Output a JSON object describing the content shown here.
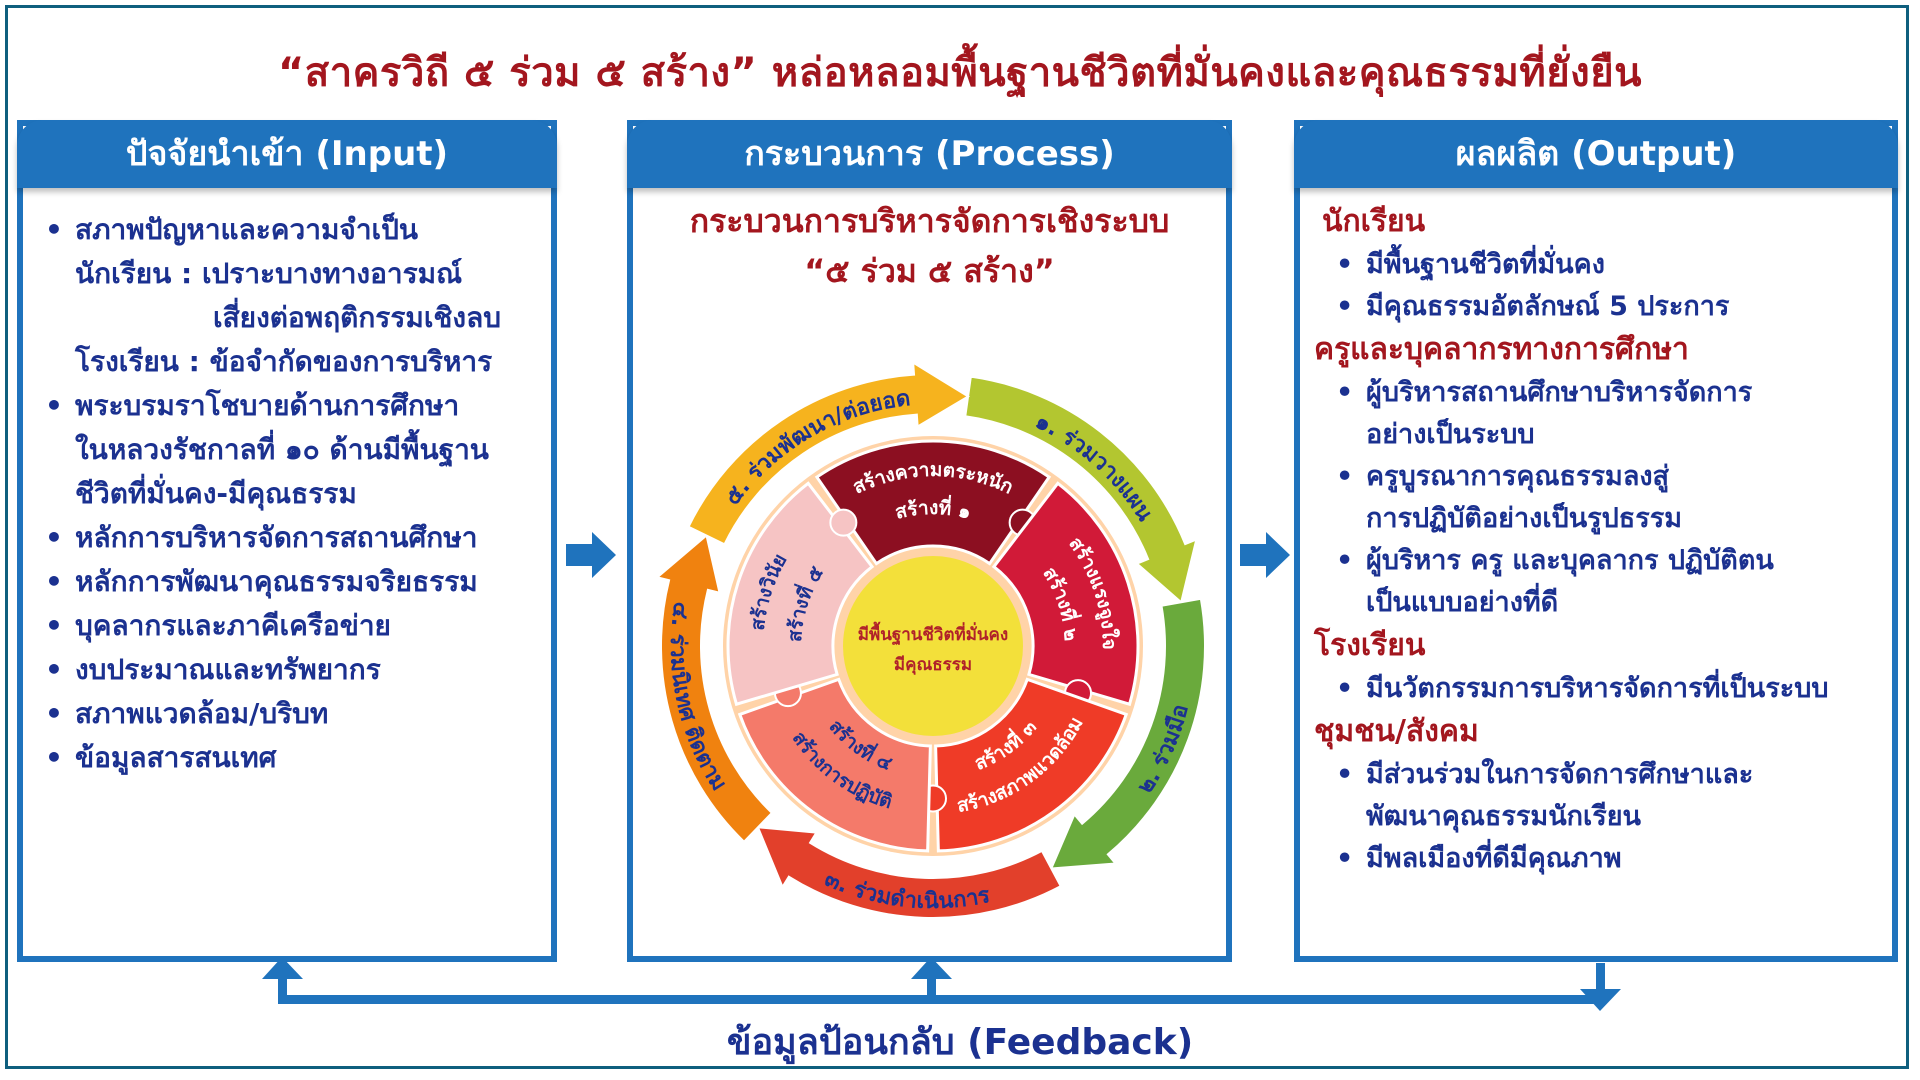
{
  "title": "“สาครวิถี ๕ ร่วม ๕ สร้าง” หล่อหลอมพื้นฐานชีวิตที่มั่นคงและคุณธรรมที่ยั่งยืน",
  "input": {
    "header": "ปัจจัยนำเข้า (Input)",
    "bullet": "•",
    "items": [
      [
        "สภาพปัญหาและความจำเป็น",
        "นักเรียน : เปราะบางทางอารมณ์",
        "เสี่ยงต่อพฤติกรรมเชิงลบ",
        "โรงเรียน : ข้อจำกัดของการบริหาร"
      ],
      [
        "พระบรมราโชบายด้านการศึกษา",
        "ในหลวงรัชกาลที่ ๑๐ ด้านมีพื้นฐาน",
        "ชีวิตที่มั่นคง-มีคุณธรรม"
      ],
      [
        "หลักการบริหารจัดการสถานศึกษา"
      ],
      [
        "หลักการพัฒนาคุณธรรมจริยธรรม"
      ],
      [
        "บุคลากรและภาคีเครือข่าย"
      ],
      [
        "งบประมาณและทรัพยากร"
      ],
      [
        "สภาพแวดล้อม/บริบท"
      ],
      [
        "ข้อมูลสารสนเทศ"
      ]
    ]
  },
  "process": {
    "header": "กระบวนการ (Process)",
    "title_line1": "กระบวนการบริหารจัดการเชิงระบบ",
    "title_line2": "“๕ ร่วม ๕ สร้าง”",
    "center_line1": "มีพื้นฐานชีวิตที่มั่นคง",
    "center_line2": "มีคุณธรรม",
    "ring": [
      {
        "label": "๑. ร่วมวางแผน",
        "color": "#b3c630"
      },
      {
        "label": "๒. ร่วมมือ",
        "color": "#6aaa3c"
      },
      {
        "label": "๓. ร่วมดำเนินการ",
        "color": "#e2402b"
      },
      {
        "label": "๔. ร่วมนิเทศ ติดตาม",
        "color": "#f0820f"
      },
      {
        "label": "๕. ร่วมพัฒนา/ต่อยอด",
        "color": "#f6b31e"
      }
    ],
    "pieces": [
      {
        "l1": "สร้างความตระหนัก",
        "l2": "สร้างที่ ๑",
        "color": "#8c0f21"
      },
      {
        "l1": "สร้างแรงจูงใจ",
        "l2": "สร้างที่ ๒",
        "color": "#d11a38"
      },
      {
        "l1": "สร้างที่ ๓",
        "l2": "สร้างสภาพแวดล้อม",
        "color": "#ef3b27"
      },
      {
        "l1": "สร้างที่ ๔",
        "l2": "สร้างการปฏิบัติ",
        "color": "#f47a6a"
      },
      {
        "l1": "สร้างวินัย",
        "l2": "สร้างที่ ๕",
        "color": "#f6c4c4"
      }
    ],
    "colors": {
      "center": "#f3e03a",
      "inner_ring": "#ffd3a8",
      "text_dark": "#1b3190",
      "text_light": "#ffffff",
      "center_text": "#b0222a"
    }
  },
  "output": {
    "header": "ผลผลิต (Output)",
    "bullet": "•",
    "groups": [
      {
        "cat": "นักเรียน",
        "items": [
          [
            "มีพื้นฐานชีวิตที่มั่นคง"
          ],
          [
            "มีคุณธรรมอัตลักษณ์ 5 ประการ"
          ]
        ]
      },
      {
        "cat": "ครูและบุคลากรทางการศึกษา",
        "items": [
          [
            "ผู้บริหารสถานศึกษาบริหารจัดการ",
            "อย่างเป็นระบบ"
          ],
          [
            "ครูบูรณาการคุณธรรมลงสู่",
            "การปฏิบัติอย่างเป็นรูปธรรม"
          ],
          [
            "ผู้บริหาร ครู และบุคลากร ปฏิบัติตน",
            "เป็นแบบอย่างที่ดี"
          ]
        ]
      },
      {
        "cat": "โรงเรียน",
        "items": [
          [
            "มีนวัตกรรมการบริหารจัดการที่เป็นระบบ"
          ]
        ]
      },
      {
        "cat": "ชุมชน/สังคม",
        "items": [
          [
            "มีส่วนร่วมในการจัดการศึกษาและ",
            "พัฒนาคุณธรรมนักเรียน"
          ],
          [
            "มีพลเมืองที่ดีมีคุณภาพ"
          ]
        ]
      }
    ]
  },
  "feedback": "ข้อมูลป้อนกลับ (Feedback)",
  "colors": {
    "frame": "#0f5f7e",
    "primary_blue": "#1f73bd",
    "title_red": "#a3161e",
    "text_navy": "#1b3190"
  }
}
